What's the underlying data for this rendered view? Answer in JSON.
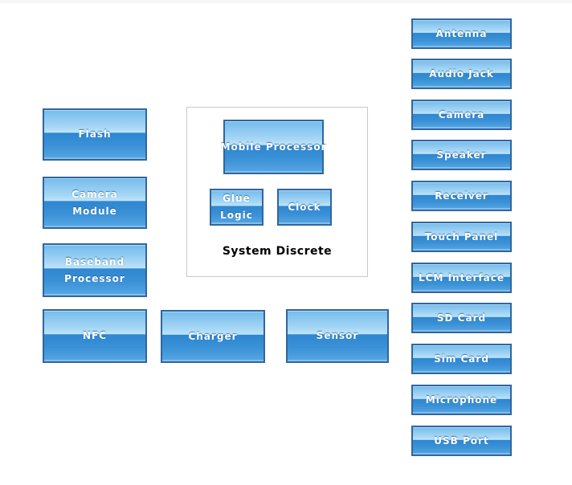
{
  "diagram": {
    "title_caption": "System Discrete",
    "left_column": [
      {
        "id": "flash",
        "lines": [
          "Flash"
        ]
      },
      {
        "id": "camera-module",
        "lines": [
          "Camera",
          "Module"
        ]
      },
      {
        "id": "baseband-processor",
        "lines": [
          "Baseband",
          "Processor"
        ]
      },
      {
        "id": "nfc",
        "lines": [
          "NFC"
        ]
      }
    ],
    "system_discrete": {
      "caption": "System Discrete",
      "blocks": [
        {
          "id": "mobile-processor",
          "lines": [
            "Mobile Processor"
          ]
        },
        {
          "id": "glue-logic",
          "lines": [
            "Glue",
            "Logic"
          ]
        },
        {
          "id": "clock",
          "lines": [
            "Clock"
          ]
        }
      ]
    },
    "bottom_row": [
      {
        "id": "charger",
        "lines": [
          "Charger"
        ]
      },
      {
        "id": "sensor",
        "lines": [
          "Sensor"
        ]
      }
    ],
    "right_column": [
      {
        "id": "antenna",
        "lines": [
          "Antenna"
        ]
      },
      {
        "id": "audio-jack",
        "lines": [
          "Audio Jack"
        ]
      },
      {
        "id": "camera",
        "lines": [
          "Camera"
        ]
      },
      {
        "id": "speaker",
        "lines": [
          "Speaker"
        ]
      },
      {
        "id": "receiver",
        "lines": [
          "Receiver"
        ]
      },
      {
        "id": "touch-panel",
        "lines": [
          "Touch Panel"
        ]
      },
      {
        "id": "lcm-interface",
        "lines": [
          "LCM Interface"
        ]
      },
      {
        "id": "sd-card",
        "lines": [
          "SD Card"
        ]
      },
      {
        "id": "sim-card",
        "lines": [
          "Sim Card"
        ]
      },
      {
        "id": "microphone",
        "lines": [
          "Microphone"
        ]
      },
      {
        "id": "usb-port",
        "lines": [
          "USB Port"
        ]
      }
    ],
    "colors": {
      "block_border": "#30669f",
      "block_gradient_top": "#74bbec",
      "block_gradient_light": "#c0e4f9",
      "block_gradient_dark": "#2d86d0",
      "block_gradient_bottom": "#57a7e3",
      "block_text": "#ffffff",
      "container_border": "#c9c9c9",
      "caption_text": "#000000",
      "background": "#ffffff"
    }
  }
}
